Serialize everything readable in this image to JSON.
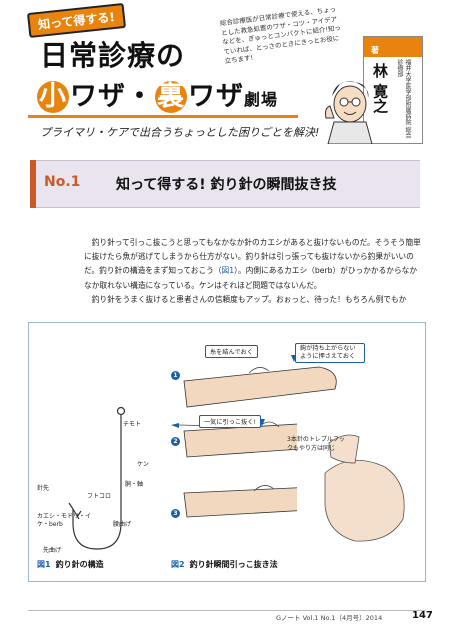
{
  "header": {
    "tag": "知って得する!",
    "title_line1": "日常診療の",
    "title_line2_a": "小",
    "title_line2_b": "ワザ・",
    "title_line2_c": "裏",
    "title_line2_d": "ワザ",
    "title_line2_e": "劇場",
    "subtitle": "プライマリ・ケアで出合うちょっとした困りごとを解決!",
    "blurb": "総合診療医が日常診療で使える、ちょっとした救急処置のワザ・コツ・アイデアなどを、ぎゅっとコンパクトに紹介!知っていれば、とっさのときにきっとお役に立ちます!"
  },
  "author": {
    "tag": "著",
    "name": "林 寛之",
    "role": "福井大学医学部附属病院 総合診療部"
  },
  "banner": {
    "no": "No.1",
    "title": "知って得する! 釣り針の瞬間抜き技"
  },
  "body": {
    "p1_a": "釣り針って引っこ抜こうと思ってもなかなか針のカエシがあると抜けないものだ。そうそう簡単に抜けたら魚が逃げてしまうから仕方がない。釣り針は引っ張っても抜けないから釣果がいいのだ。釣り針の構造をまず知っておこう（",
    "p1_ref": "図1",
    "p1_b": "）。内側にあるカエシ（berb）がひっかかるからなかなか取れない構造になっている。ケンはそれほど問題ではないんだ。",
    "p2": "釣り針をうまく抜けると患者さんの信頼度もアップ。おぉっと、待った！もちろん例でもか"
  },
  "figure": {
    "fig1_num": "図1",
    "fig1_title": "釣り針の構造",
    "fig2_num": "図2",
    "fig2_title": "釣り針瞬間引っこ抜き法",
    "labels": {
      "chimoto": "チモト",
      "ken": "ケン",
      "jiku": "胴・軸",
      "hasaki": "針先",
      "futokoro": "フトコロ",
      "kaeshi": "カエシ・モドリ・イケ・berb",
      "ibukure": "腰曲げ",
      "saki_mage": "先曲げ"
    },
    "callouts": {
      "c1": "糸を結んでおく",
      "c2": "鉤が持ち上がらないように押さえておく",
      "c3": "一気に引っこ抜く!",
      "c4": "3本針のトレブルフックもやり方は同じ"
    },
    "steps": [
      "1",
      "2",
      "3"
    ]
  },
  "footer": {
    "journal": "Gノート  Vol.1 No.1（4月号）2014",
    "page": "147"
  },
  "colors": {
    "accent_orange": "#e8830e",
    "banner_bg": "#e9e4ee",
    "ref_blue": "#1b5ea8"
  }
}
